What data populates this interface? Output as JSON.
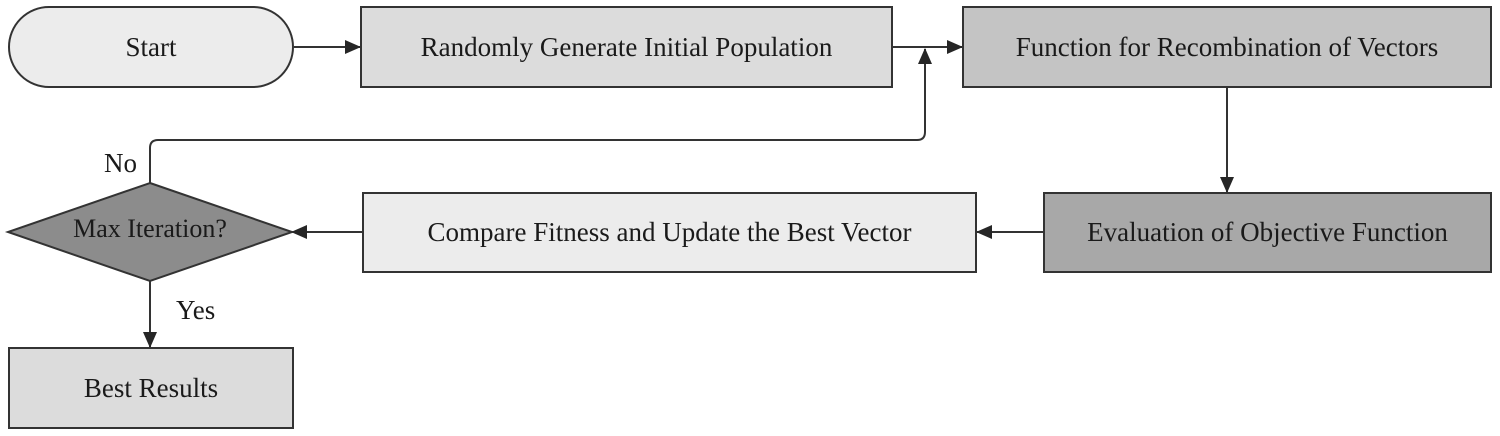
{
  "diagram": {
    "type": "flowchart",
    "nodes": {
      "start": {
        "label": "Start",
        "shape": "terminal",
        "fill": "#ececec"
      },
      "init_population": {
        "label": "Randomly Generate Initial Population",
        "shape": "process",
        "fill": "#dcdcdc"
      },
      "recombination": {
        "label": "Function for Recombination of Vectors",
        "shape": "process",
        "fill": "#c4c4c4"
      },
      "evaluation": {
        "label": "Evaluation of Objective Function",
        "shape": "process",
        "fill": "#a8a8a8"
      },
      "compare": {
        "label": "Compare Fitness and Update the Best Vector",
        "shape": "process",
        "fill": "#ececec"
      },
      "max_iteration": {
        "label": "Max Iteration?",
        "shape": "decision",
        "fill": "#8c8c8c"
      },
      "best_results": {
        "label": "Best Results",
        "shape": "process",
        "fill": "#dcdcdc"
      }
    },
    "edge_labels": {
      "no": "No",
      "yes": "Yes"
    },
    "edges": [
      {
        "from": "Start",
        "to": "Randomly Generate Initial Population"
      },
      {
        "from": "Randomly Generate Initial Population",
        "to": "Function for Recombination of Vectors"
      },
      {
        "from": "Function for Recombination of Vectors",
        "to": "Evaluation of Objective Function"
      },
      {
        "from": "Evaluation of Objective Function",
        "to": "Compare Fitness and Update the Best Vector"
      },
      {
        "from": "Compare Fitness and Update the Best Vector",
        "to": "Max Iteration?"
      },
      {
        "from": "Max Iteration?",
        "to": "Function for Recombination of Vectors",
        "label": "No"
      },
      {
        "from": "Max Iteration?",
        "to": "Best Results",
        "label": "Yes"
      }
    ],
    "colors": {
      "stroke": "#333333",
      "text": "#1a1a1a",
      "background": "#ffffff"
    }
  }
}
